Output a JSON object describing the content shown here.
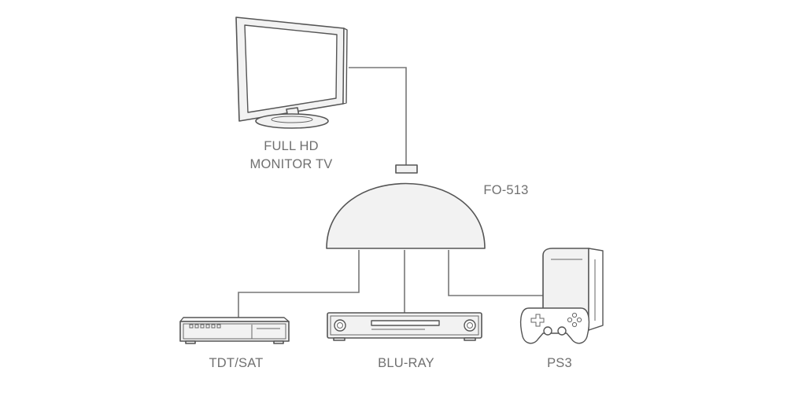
{
  "labels": {
    "monitor_line1": "FULL HD",
    "monitor_line2": "MONITOR TV",
    "switch": "FO-513",
    "tdt": "TDT/SAT",
    "bluray": "BLU-RAY",
    "ps3": "PS3"
  },
  "colors": {
    "line": "#777777",
    "outline": "#555555",
    "fill": "#f2f2f2",
    "text": "#707070"
  },
  "icons": {
    "monitor": "monitor-icon",
    "switch": "dome-switch-icon",
    "tdt": "set-top-box-icon",
    "bluray": "bluray-player-icon",
    "ps3": "ps3-console-icon"
  }
}
